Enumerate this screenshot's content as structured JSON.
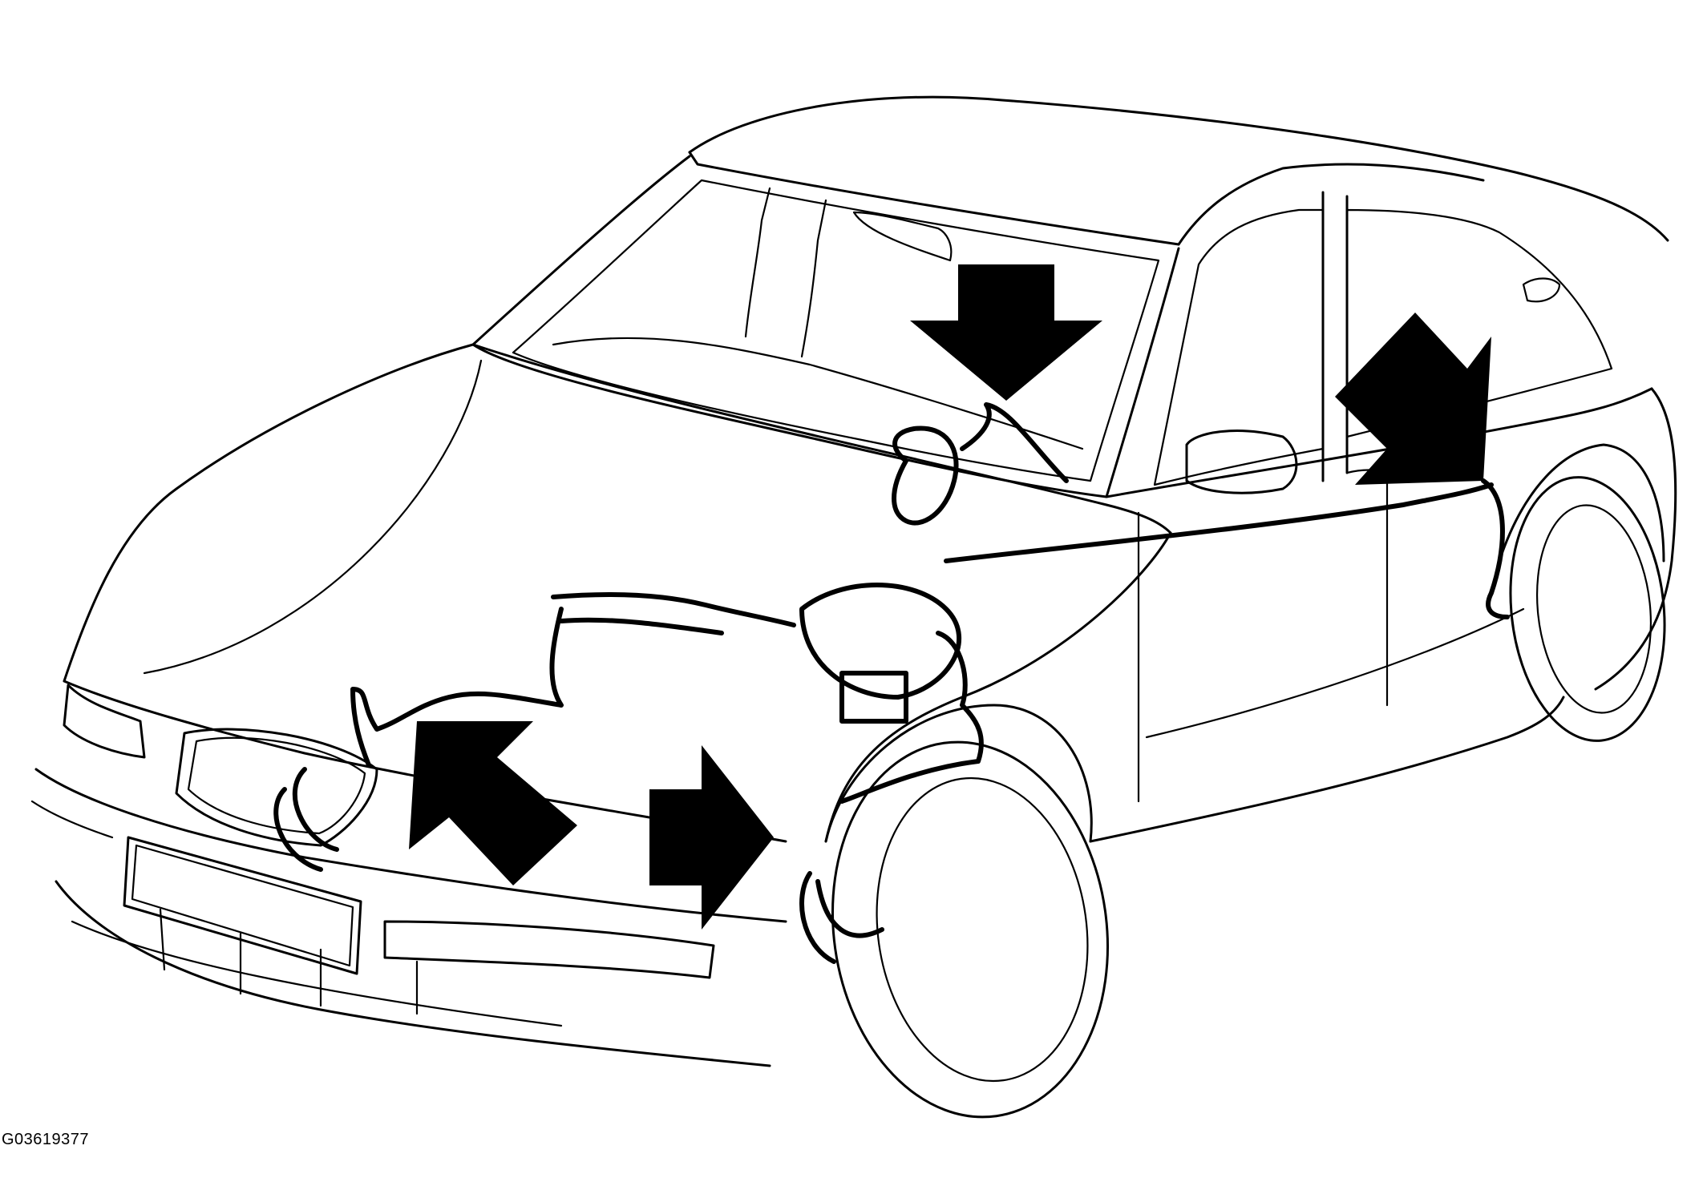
{
  "figure": {
    "id_label": "G03619377",
    "subject": "vehicle-outline",
    "arrow_count": 4,
    "colors": {
      "ink": "#000000",
      "background": "#ffffff"
    }
  }
}
